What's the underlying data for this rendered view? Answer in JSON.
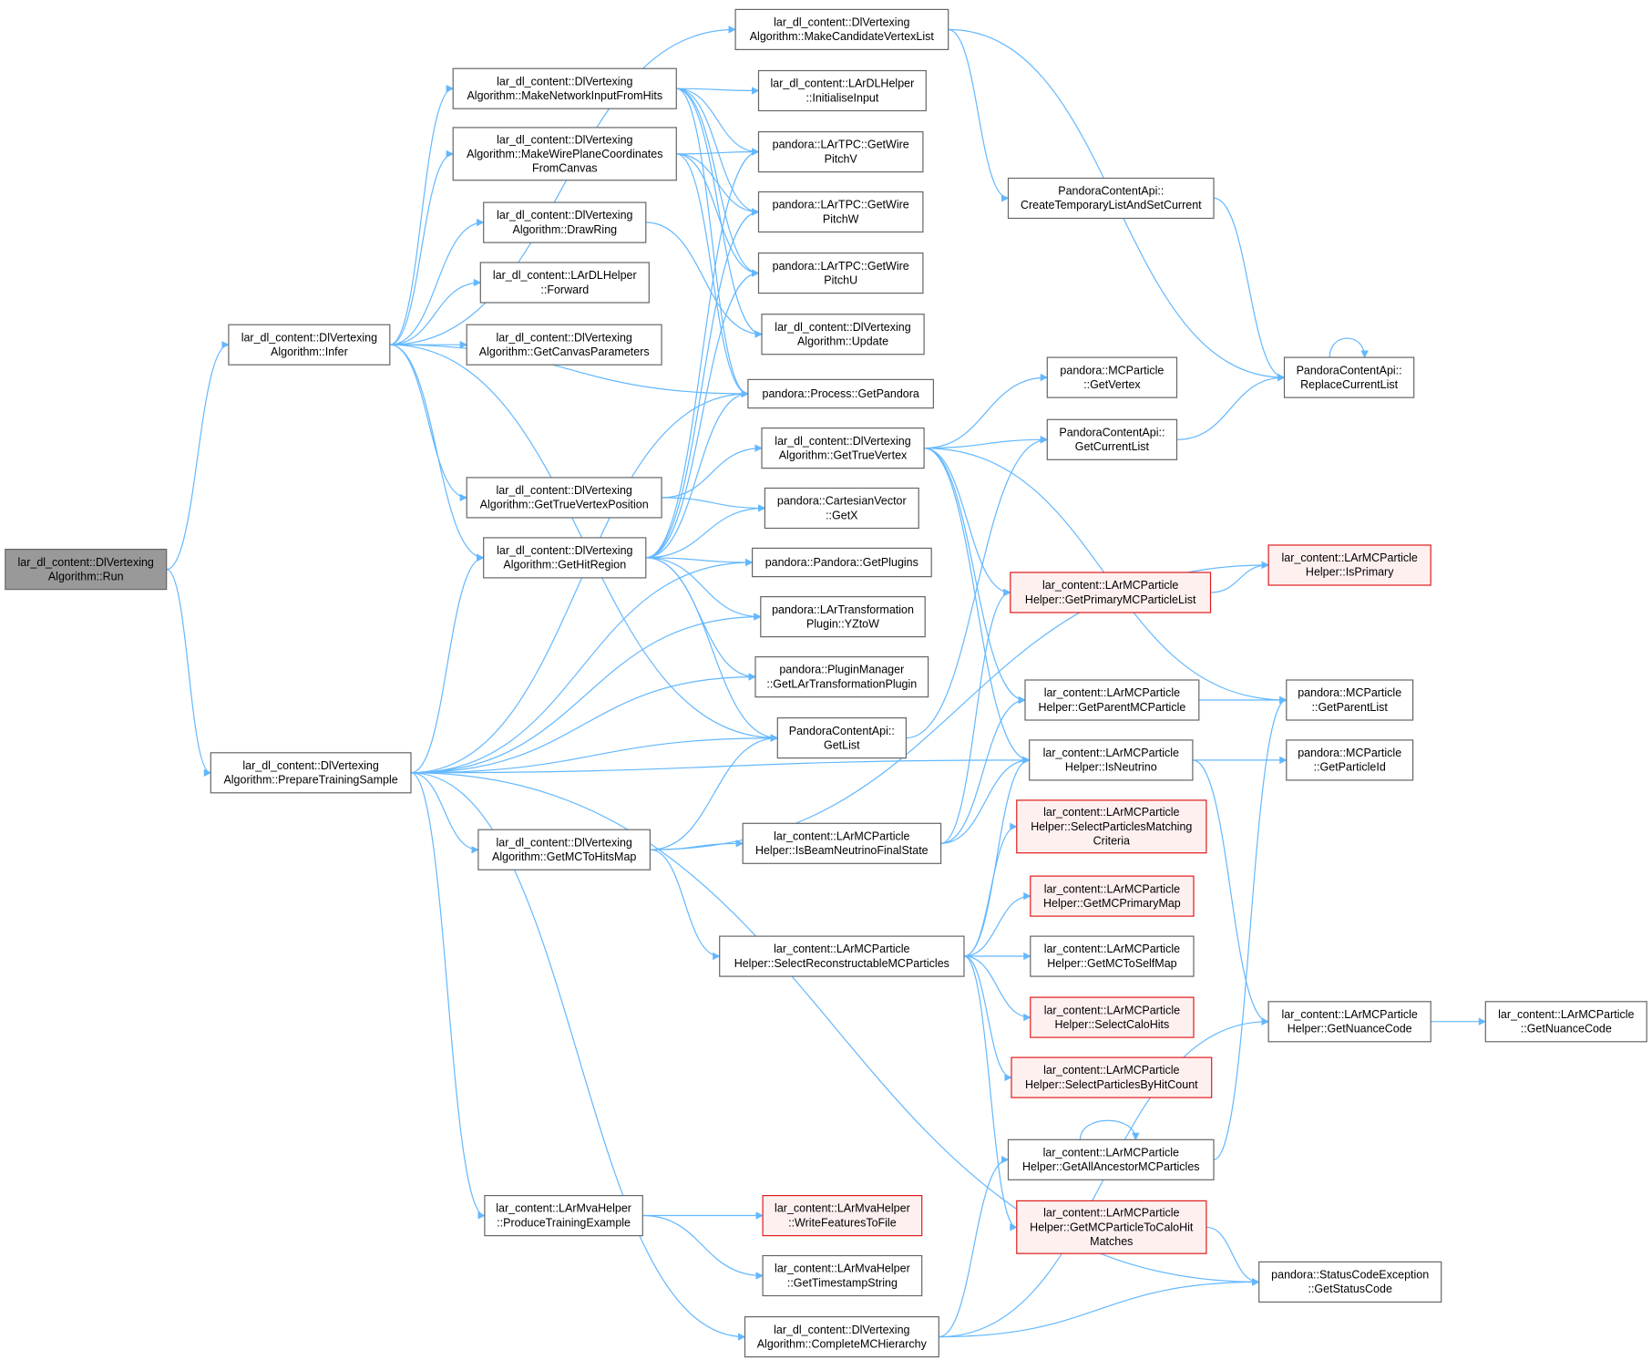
{
  "nodes": {
    "run": {
      "lines": [
        "lar_dl_content::DlVertexing",
        "Algorithm::Run"
      ],
      "style": "root"
    },
    "infer": {
      "lines": [
        "lar_dl_content::DlVertexing",
        "Algorithm::Infer"
      ],
      "style": "normal"
    },
    "prep": {
      "lines": [
        "lar_dl_content::DlVertexing",
        "Algorithm::PrepareTrainingSample"
      ],
      "style": "normal"
    },
    "mkcand": {
      "lines": [
        "lar_dl_content::DlVertexing",
        "Algorithm::MakeCandidateVertexList"
      ],
      "style": "normal"
    },
    "mknet": {
      "lines": [
        "lar_dl_content::DlVertexing",
        "Algorithm::MakeNetworkInputFromHits"
      ],
      "style": "normal"
    },
    "mkwire": {
      "lines": [
        "lar_dl_content::DlVertexing",
        "Algorithm::MakeWirePlaneCoordinates",
        "FromCanvas"
      ],
      "style": "normal"
    },
    "drawring": {
      "lines": [
        "lar_dl_content::DlVertexing",
        "Algorithm::DrawRing"
      ],
      "style": "normal"
    },
    "forward": {
      "lines": [
        "lar_dl_content::LArDLHelper",
        "::Forward"
      ],
      "style": "normal"
    },
    "getcanvas": {
      "lines": [
        "lar_dl_content::DlVertexing",
        "Algorithm::GetCanvasParameters"
      ],
      "style": "normal"
    },
    "gettvpos": {
      "lines": [
        "lar_dl_content::DlVertexing",
        "Algorithm::GetTrueVertexPosition"
      ],
      "style": "normal"
    },
    "gethit": {
      "lines": [
        "lar_dl_content::DlVertexing",
        "Algorithm::GetHitRegion"
      ],
      "style": "normal"
    },
    "getmctohits": {
      "lines": [
        "lar_dl_content::DlVertexing",
        "Algorithm::GetMCToHitsMap"
      ],
      "style": "normal"
    },
    "produce": {
      "lines": [
        "lar_content::LArMvaHelper",
        "::ProduceTrainingExample"
      ],
      "style": "normal"
    },
    "completemc": {
      "lines": [
        "lar_dl_content::DlVertexing",
        "Algorithm::CompleteMCHierarchy"
      ],
      "style": "normal"
    },
    "initinput": {
      "lines": [
        "lar_dl_content::LArDLHelper",
        "::InitialiseInput"
      ],
      "style": "normal"
    },
    "pitchv": {
      "lines": [
        "pandora::LArTPC::GetWire",
        "PitchV"
      ],
      "style": "normal"
    },
    "pitchw": {
      "lines": [
        "pandora::LArTPC::GetWire",
        "PitchW"
      ],
      "style": "normal"
    },
    "pitchu": {
      "lines": [
        "pandora::LArTPC::GetWire",
        "PitchU"
      ],
      "style": "normal"
    },
    "update": {
      "lines": [
        "lar_dl_content::DlVertexing",
        "Algorithm::Update"
      ],
      "style": "normal"
    },
    "getpandora": {
      "lines": [
        "pandora::Process::GetPandora"
      ],
      "style": "normal"
    },
    "gettv": {
      "lines": [
        "lar_dl_content::DlVertexing",
        "Algorithm::GetTrueVertex"
      ],
      "style": "normal"
    },
    "getx": {
      "lines": [
        "pandora::CartesianVector",
        "::GetX"
      ],
      "style": "normal"
    },
    "getplugins": {
      "lines": [
        "pandora::Pandora::GetPlugins"
      ],
      "style": "normal"
    },
    "yztow": {
      "lines": [
        "pandora::LArTransformation",
        "Plugin::YZtoW"
      ],
      "style": "normal"
    },
    "getlartp": {
      "lines": [
        "pandora::PluginManager",
        "::GetLArTransformationPlugin"
      ],
      "style": "normal"
    },
    "getlist": {
      "lines": [
        "PandoraContentApi::",
        "GetList"
      ],
      "style": "normal"
    },
    "isbeam": {
      "lines": [
        "lar_content::LArMCParticle",
        "Helper::IsBeamNeutrinoFinalState"
      ],
      "style": "normal"
    },
    "selrecon": {
      "lines": [
        "lar_content::LArMCParticle",
        "Helper::SelectReconstructableMCParticles"
      ],
      "style": "normal"
    },
    "writefeat": {
      "lines": [
        "lar_content::LArMvaHelper",
        "::WriteFeaturesToFile"
      ],
      "style": "red"
    },
    "gettimestamp": {
      "lines": [
        "lar_content::LArMvaHelper",
        "::GetTimestampString"
      ],
      "style": "normal"
    },
    "createtemp": {
      "lines": [
        "PandoraContentApi::",
        "CreateTemporaryListAndSetCurrent"
      ],
      "style": "normal"
    },
    "mcvertex": {
      "lines": [
        "pandora::MCParticle",
        "::GetVertex"
      ],
      "style": "normal"
    },
    "getcurrent": {
      "lines": [
        "PandoraContentApi::",
        "GetCurrentList"
      ],
      "style": "normal"
    },
    "getprimlist": {
      "lines": [
        "lar_content::LArMCParticle",
        "Helper::GetPrimaryMCParticleList"
      ],
      "style": "red"
    },
    "getparentmc": {
      "lines": [
        "lar_content::LArMCParticle",
        "Helper::GetParentMCParticle"
      ],
      "style": "normal"
    },
    "isneutrino": {
      "lines": [
        "lar_content::LArMCParticle",
        "Helper::IsNeutrino"
      ],
      "style": "normal"
    },
    "selmatch": {
      "lines": [
        "lar_content::LArMCParticle",
        "Helper::SelectParticlesMatching",
        "Criteria"
      ],
      "style": "red"
    },
    "getmcprim": {
      "lines": [
        "lar_content::LArMCParticle",
        "Helper::GetMCPrimaryMap"
      ],
      "style": "red"
    },
    "getmctoself": {
      "lines": [
        "lar_content::LArMCParticle",
        "Helper::GetMCToSelfMap"
      ],
      "style": "normal"
    },
    "selcalo": {
      "lines": [
        "lar_content::LArMCParticle",
        "Helper::SelectCaloHits"
      ],
      "style": "red"
    },
    "selbyhit": {
      "lines": [
        "lar_content::LArMCParticle",
        "Helper::SelectParticlesByHitCount"
      ],
      "style": "red"
    },
    "getallanc": {
      "lines": [
        "lar_content::LArMCParticle",
        "Helper::GetAllAncestorMCParticles"
      ],
      "style": "normal"
    },
    "getmctocalo": {
      "lines": [
        "lar_content::LArMCParticle",
        "Helper::GetMCParticleToCaloHit",
        "Matches"
      ],
      "style": "red"
    },
    "replace": {
      "lines": [
        "PandoraContentApi::",
        "ReplaceCurrentList"
      ],
      "style": "normal"
    },
    "isprimary": {
      "lines": [
        "lar_content::LArMCParticle",
        "Helper::IsPrimary"
      ],
      "style": "red"
    },
    "getparentlist": {
      "lines": [
        "pandora::MCParticle",
        "::GetParentList"
      ],
      "style": "normal"
    },
    "getpid": {
      "lines": [
        "pandora::MCParticle",
        "::GetParticleId"
      ],
      "style": "normal"
    },
    "getnuance": {
      "lines": [
        "lar_content::LArMCParticle",
        "Helper::GetNuanceCode"
      ],
      "style": "normal"
    },
    "getnuance2": {
      "lines": [
        "lar_content::LArMCParticle",
        "::GetNuanceCode"
      ],
      "style": "normal"
    },
    "getstatus": {
      "lines": [
        "pandora::StatusCodeException",
        "::GetStatusCode"
      ],
      "style": "normal"
    }
  },
  "edges": [
    [
      "run",
      "infer"
    ],
    [
      "run",
      "prep"
    ],
    [
      "infer",
      "mkcand"
    ],
    [
      "infer",
      "mknet"
    ],
    [
      "infer",
      "mkwire"
    ],
    [
      "infer",
      "drawring"
    ],
    [
      "infer",
      "forward"
    ],
    [
      "infer",
      "getcanvas"
    ],
    [
      "infer",
      "getpandora"
    ],
    [
      "infer",
      "gettvpos"
    ],
    [
      "infer",
      "gethit"
    ],
    [
      "infer",
      "getlist"
    ],
    [
      "prep",
      "gethit"
    ],
    [
      "prep",
      "getpandora"
    ],
    [
      "prep",
      "getplugins"
    ],
    [
      "prep",
      "yztow"
    ],
    [
      "prep",
      "getlartp"
    ],
    [
      "prep",
      "getlist"
    ],
    [
      "prep",
      "getmctohits"
    ],
    [
      "prep",
      "isneutrino"
    ],
    [
      "prep",
      "produce"
    ],
    [
      "prep",
      "completemc"
    ],
    [
      "prep",
      "getstatus"
    ],
    [
      "mkcand",
      "createtemp"
    ],
    [
      "mkcand",
      "replace"
    ],
    [
      "mknet",
      "initinput"
    ],
    [
      "mknet",
      "pitchv"
    ],
    [
      "mknet",
      "pitchw"
    ],
    [
      "mknet",
      "pitchu"
    ],
    [
      "mknet",
      "update"
    ],
    [
      "mknet",
      "getpandora"
    ],
    [
      "mkwire",
      "pitchv"
    ],
    [
      "mkwire",
      "pitchw"
    ],
    [
      "mkwire",
      "pitchu"
    ],
    [
      "mkwire",
      "getpandora"
    ],
    [
      "drawring",
      "update"
    ],
    [
      "gettvpos",
      "gettv"
    ],
    [
      "gettvpos",
      "getx"
    ],
    [
      "gethit",
      "pitchv"
    ],
    [
      "gethit",
      "pitchw"
    ],
    [
      "gethit",
      "pitchu"
    ],
    [
      "gethit",
      "getpandora"
    ],
    [
      "gethit",
      "getx"
    ],
    [
      "gethit",
      "getplugins"
    ],
    [
      "gethit",
      "yztow"
    ],
    [
      "gethit",
      "getlartp"
    ],
    [
      "gethit",
      "getlist"
    ],
    [
      "gettv",
      "mcvertex"
    ],
    [
      "gettv",
      "getcurrent"
    ],
    [
      "gettv",
      "getprimlist"
    ],
    [
      "gettv",
      "isneutrino"
    ],
    [
      "gettv",
      "getparentmc"
    ],
    [
      "gettv",
      "getparentlist"
    ],
    [
      "getmctohits",
      "getlist"
    ],
    [
      "getmctohits",
      "isbeam"
    ],
    [
      "getmctohits",
      "selrecon"
    ],
    [
      "getmctohits",
      "isprimary"
    ],
    [
      "isbeam",
      "getparentmc"
    ],
    [
      "isbeam",
      "isneutrino"
    ],
    [
      "isbeam",
      "getprimlist"
    ],
    [
      "selrecon",
      "selmatch"
    ],
    [
      "selrecon",
      "getmcprim"
    ],
    [
      "selrecon",
      "getmctoself"
    ],
    [
      "selrecon",
      "selcalo"
    ],
    [
      "selrecon",
      "selbyhit"
    ],
    [
      "selrecon",
      "getmctocalo"
    ],
    [
      "selrecon",
      "isneutrino"
    ],
    [
      "getlist",
      "getcurrent"
    ],
    [
      "createtemp",
      "replace"
    ],
    [
      "getcurrent",
      "replace"
    ],
    [
      "replace",
      "replace"
    ],
    [
      "getprimlist",
      "isprimary"
    ],
    [
      "getparentmc",
      "getparentlist"
    ],
    [
      "isneutrino",
      "getpid"
    ],
    [
      "isneutrino",
      "getnuance"
    ],
    [
      "getnuance",
      "getnuance2"
    ],
    [
      "getallanc",
      "getallanc"
    ],
    [
      "getallanc",
      "getparentlist"
    ],
    [
      "getmctocalo",
      "getstatus"
    ],
    [
      "produce",
      "writefeat"
    ],
    [
      "produce",
      "gettimestamp"
    ],
    [
      "completemc",
      "getallanc"
    ],
    [
      "completemc",
      "getstatus"
    ],
    [
      "completemc",
      "getnuance"
    ]
  ]
}
